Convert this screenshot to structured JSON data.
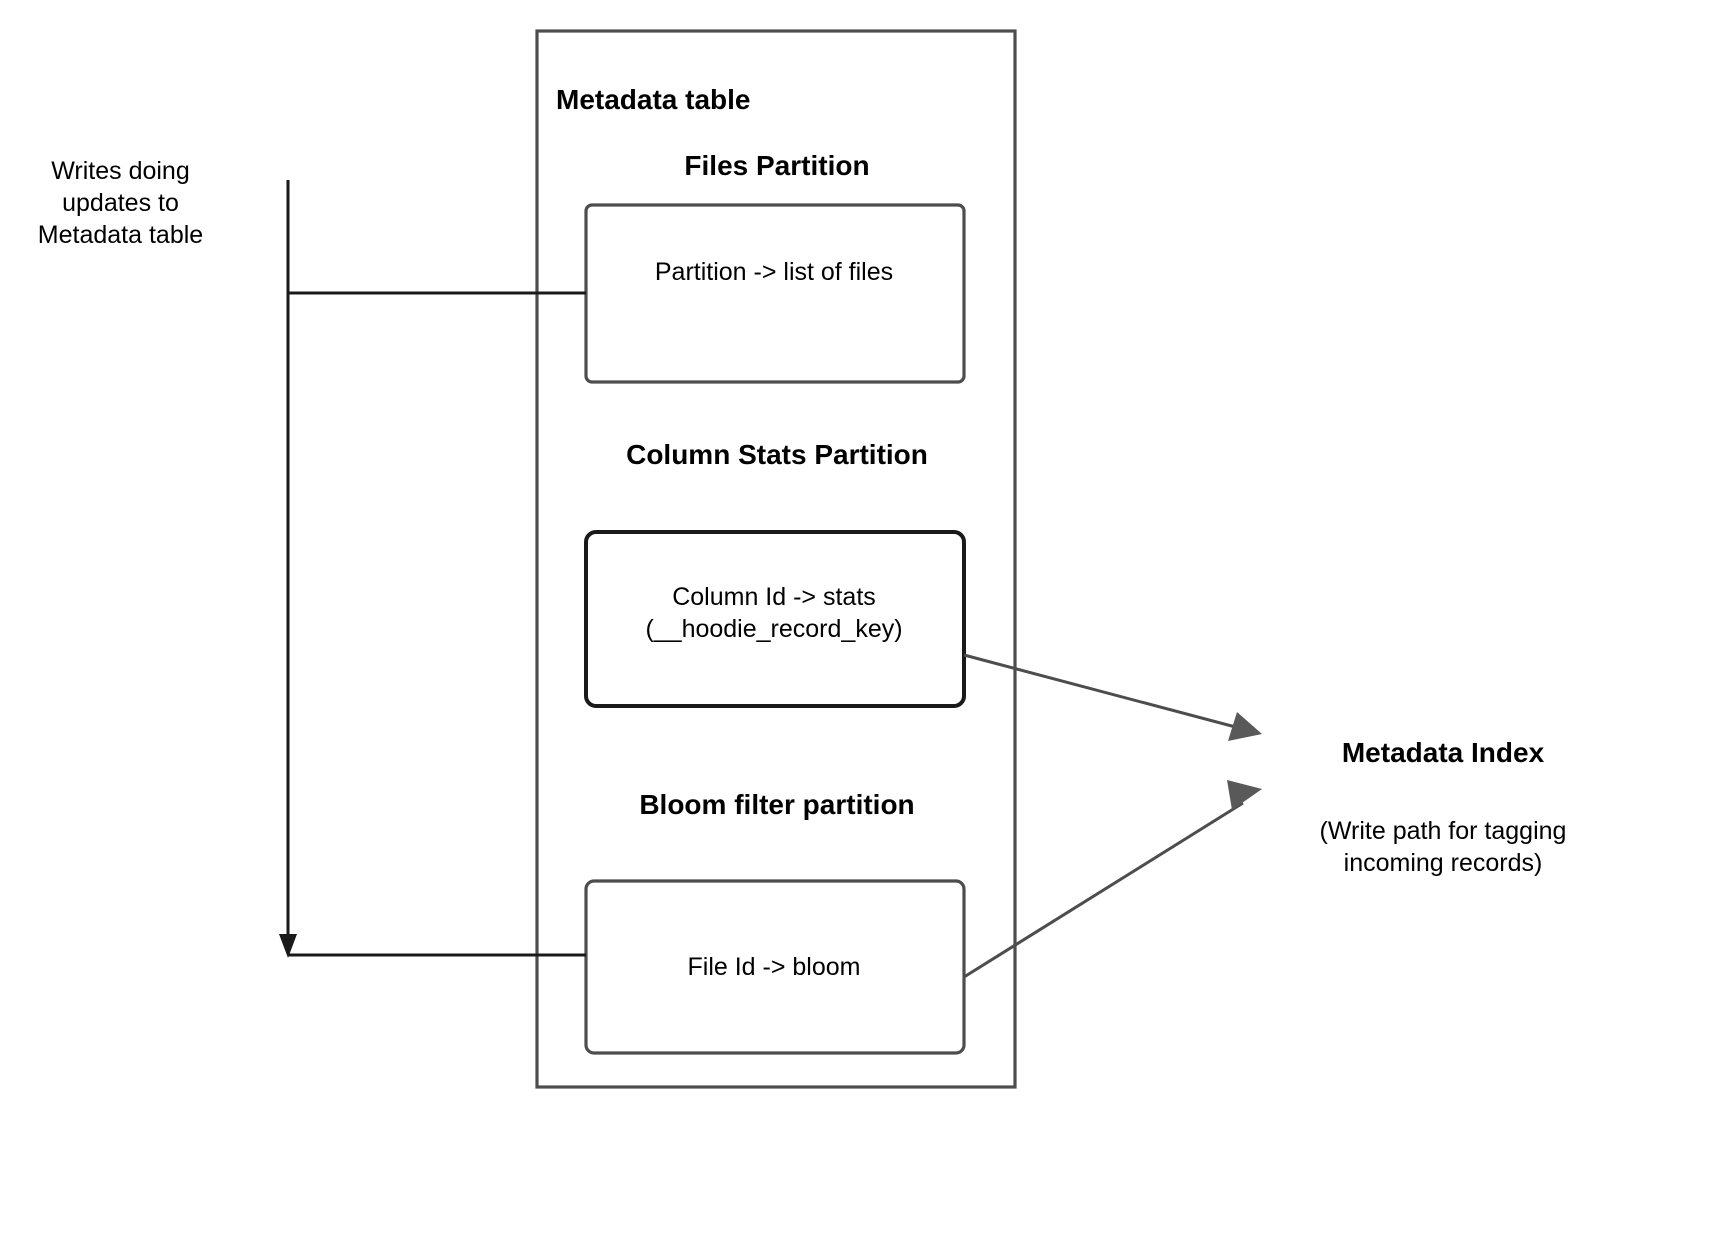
{
  "diagram": {
    "title_hidden": "Hudi metadata table write path diagram",
    "colors": {
      "stroke": "#4d4d4d",
      "stroke_dark": "#1a1a1a",
      "arrow_fill": "#595959",
      "text": "#000000",
      "background": "#ffffff"
    },
    "left_annotation": {
      "text": "Writes doing updates to Metadata table"
    },
    "container": {
      "label": "Metadata table"
    },
    "partitions": [
      {
        "id": "files",
        "heading": "Files Partition",
        "box_text": "Partition -> list of files"
      },
      {
        "id": "column-stats",
        "heading": "Column Stats Partition",
        "box_text": "Column Id  -> stats\n(__hoodie_record_key)"
      },
      {
        "id": "bloom-filter",
        "heading": "Bloom filter partition",
        "box_text": "File Id -> bloom"
      }
    ],
    "right_annotation": {
      "title": "Metadata Index",
      "subtitle": "(Write path for tagging incoming records)"
    }
  }
}
